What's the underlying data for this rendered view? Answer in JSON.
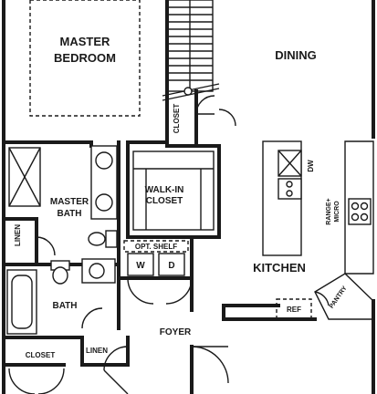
{
  "rooms": {
    "master_bedroom_line1": "MASTER",
    "master_bedroom_line2": "BEDROOM",
    "dining": "DINING",
    "master_bath_line1": "MASTER",
    "master_bath_line2": "BATH",
    "walk_in_line1": "WALK-IN",
    "walk_in_line2": "CLOSET",
    "kitchen": "KITCHEN",
    "bath": "BATH",
    "foyer": "FOYER"
  },
  "labels": {
    "closet_vertical": "CLOSET",
    "linen_vertical": "LINEN",
    "opt_shelf": "OPT. SHELF",
    "washer": "W",
    "dryer": "D",
    "dishwasher": "DW",
    "range_micro_line1": "RANGE+",
    "range_micro_line2": "MICRO",
    "ref": "REF",
    "pantry": "PANTRY",
    "closet_bottom": "CLOSET",
    "linen_bottom": "LINEN"
  }
}
